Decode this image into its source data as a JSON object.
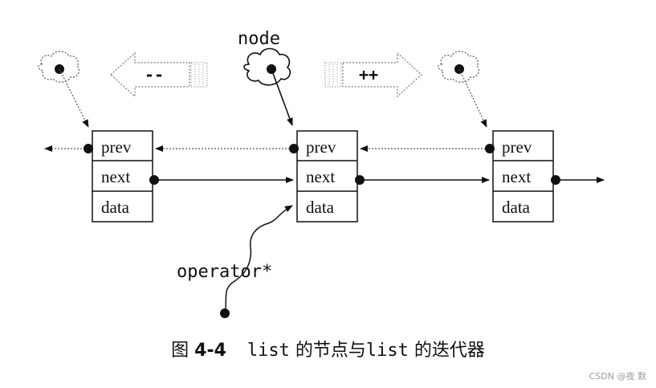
{
  "diagram": {
    "node_label": "node",
    "operator_label": "operator*",
    "decrement_label": "--",
    "increment_label": "++",
    "nodes": [
      {
        "fields": [
          "prev",
          "next",
          "data"
        ]
      },
      {
        "fields": [
          "prev",
          "next",
          "data"
        ]
      },
      {
        "fields": [
          "prev",
          "next",
          "data"
        ]
      }
    ]
  },
  "caption": {
    "prefix": "图",
    "number": "4-4",
    "part1_code": "list",
    "part1_text": " 的节点与",
    "part2_code": "list",
    "part2_text": " 的迭代器"
  },
  "watermark": "CSDN @夜 默"
}
